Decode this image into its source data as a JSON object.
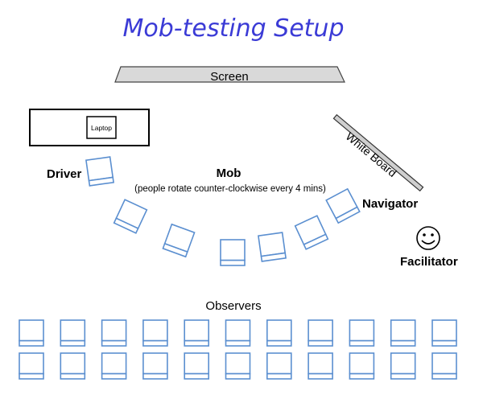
{
  "title": "Mob-testing Setup",
  "screen_label": "Screen",
  "laptop_label": "Laptop",
  "whiteboard_label": "White Board",
  "driver_label": "Driver",
  "mob_label": "Mob",
  "mob_note": "(people rotate counter-clockwise every 4 mins)",
  "navigator_label": "Navigator",
  "facilitator_label": "Facilitator",
  "observers_label": "Observers",
  "observer_rows": 2,
  "observer_cols": 11,
  "colors": {
    "title": "#3b3bd6",
    "seat": "#5b8fd0",
    "screen": "#d9d9d9"
  }
}
